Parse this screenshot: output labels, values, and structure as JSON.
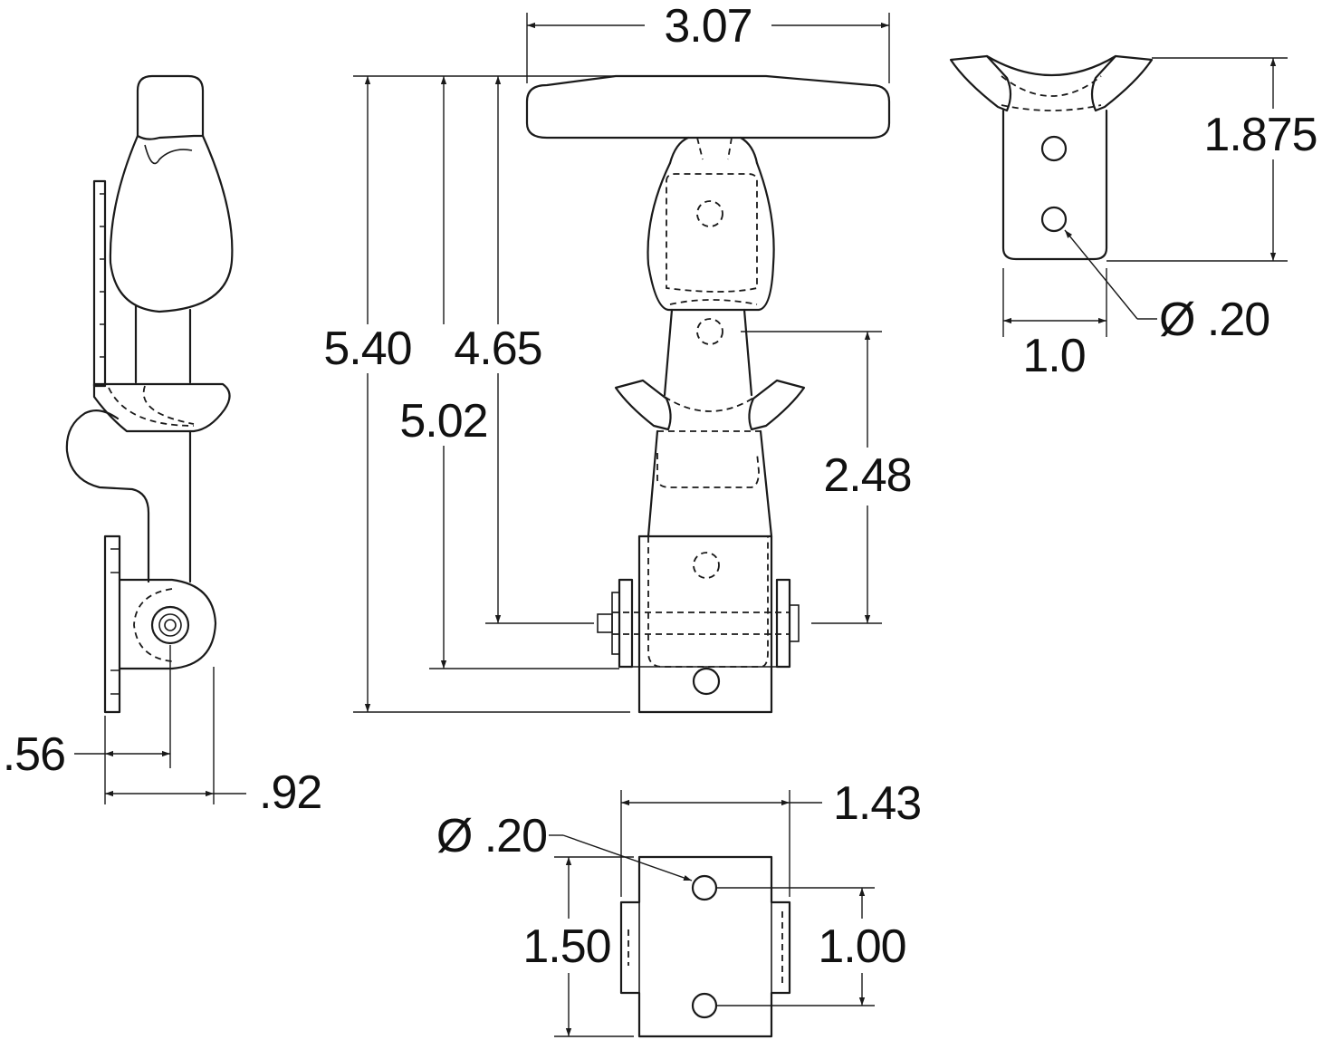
{
  "drawing": {
    "ink_color": "#1a1a1a",
    "background": "#ffffff"
  },
  "dimensions": {
    "top_width": "3.07",
    "overall_height": "5.40",
    "height_to_base_pivot": "5.02",
    "height_to_pivot": "4.65",
    "keeper_to_pivot": "2.48",
    "keeper_height": "1.875",
    "keeper_width": "1.0",
    "keeper_hole": "Ø .20",
    "side_pivot_offset": ".56",
    "side_base_depth": ".92",
    "base_width": "1.43",
    "base_hole": "Ø .20",
    "base_height": "1.50",
    "base_hole_spacing": "1.00"
  }
}
